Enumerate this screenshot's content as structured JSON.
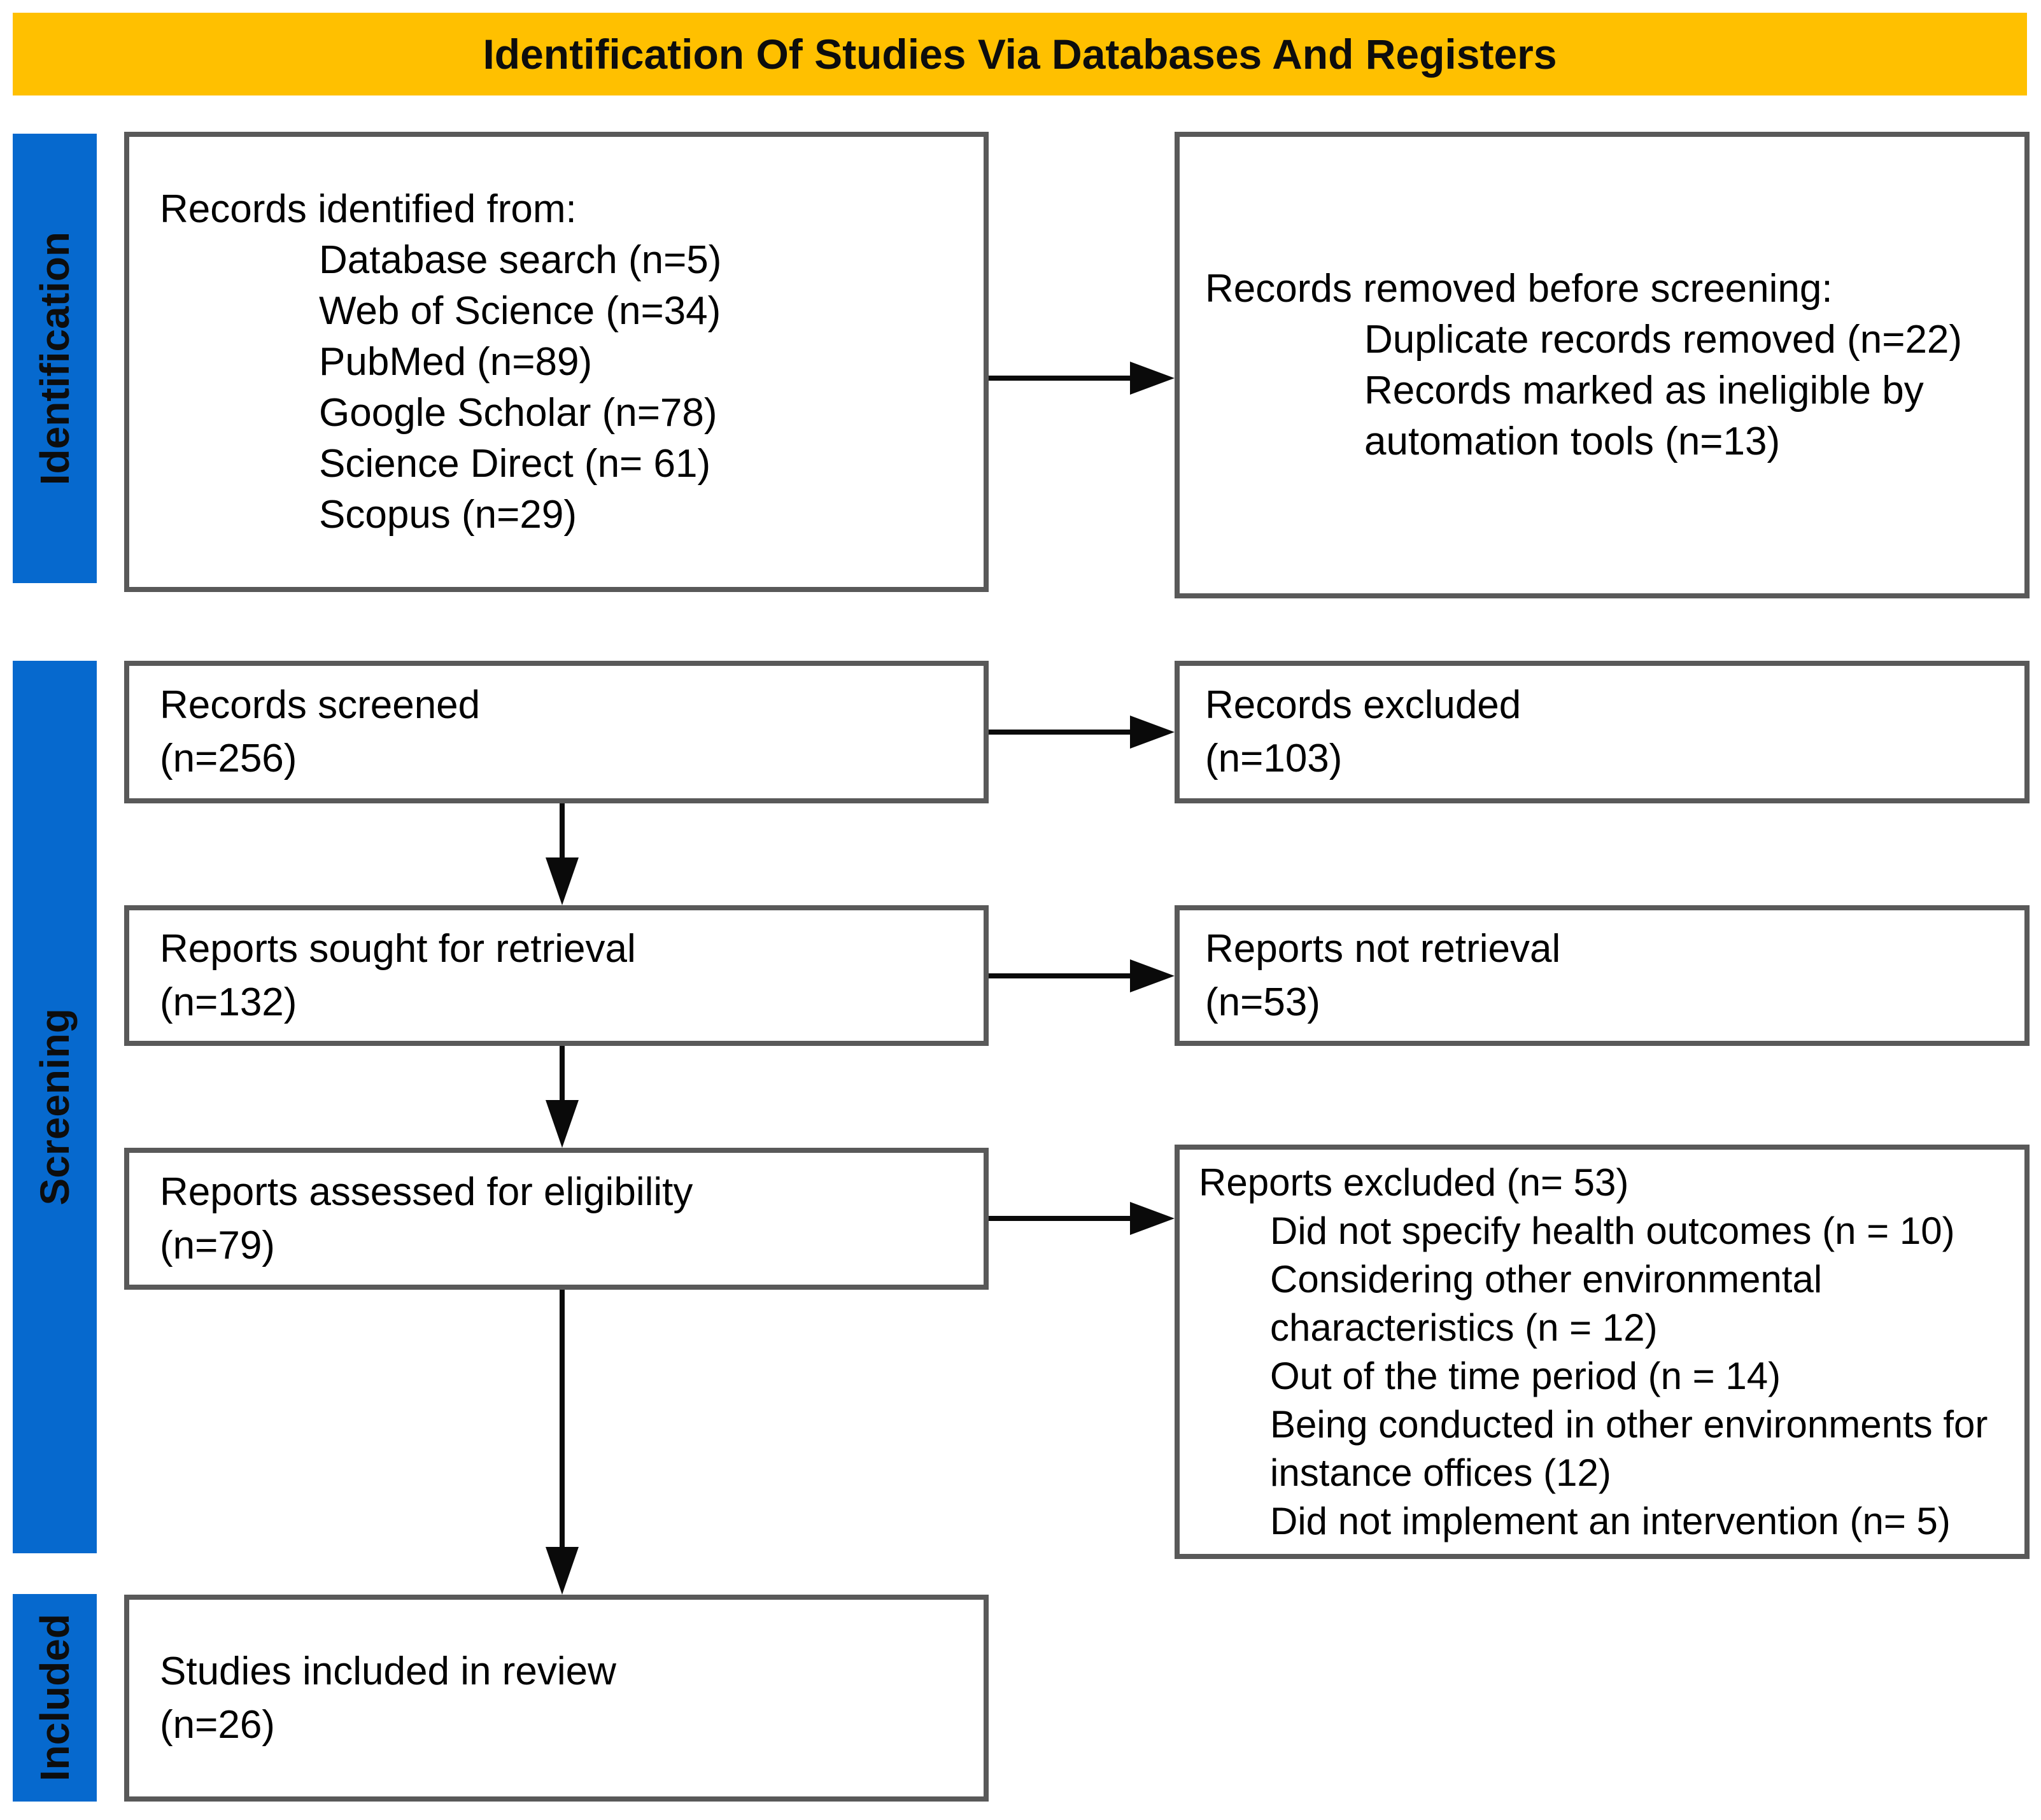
{
  "banner": {
    "title": "Identification Of Studies Via Databases And Registers"
  },
  "stages": {
    "identification": "Identification",
    "screening": "Screening",
    "included": "Included"
  },
  "colors": {
    "banner_bg": "#FFC000",
    "stage_bar_bg": "#0669CE",
    "box_border": "#595959",
    "arrow": "#0a0a0a"
  },
  "boxes": {
    "records_identified": {
      "lines": [
        "Records identified from:",
        "Database search (n=5)",
        "Web of Science (n=34)",
        "PubMed (n=89)",
        "Google Scholar (n=78)",
        "Science Direct (n= 61)",
        "Scopus (n=29)"
      ]
    },
    "records_removed": {
      "lines": [
        "Records removed before screening:",
        "Duplicate records removed (n=22)",
        "Records marked as ineligible by",
        "automation tools (n=13)"
      ]
    },
    "records_screened": {
      "lines": [
        "Records screened",
        "(n=256)"
      ]
    },
    "records_excluded": {
      "lines": [
        "Records excluded",
        "(n=103)"
      ]
    },
    "reports_sought": {
      "lines": [
        "Reports sought for retrieval",
        "(n=132)"
      ]
    },
    "reports_not_retrieval": {
      "lines": [
        "Reports not retrieval",
        "(n=53)"
      ]
    },
    "reports_assessed": {
      "lines": [
        "Reports assessed for eligibility",
        "(n=79)"
      ]
    },
    "reports_excluded": {
      "lines": [
        "Reports excluded (n= 53)",
        "Did not specify health outcomes (n = 10)",
        "Considering other environmental",
        "characteristics (n = 12)",
        "Out of the time period (n = 14)",
        "Being conducted in other environments for",
        "instance offices (12)",
        "Did not implement an intervention (n= 5)"
      ]
    },
    "studies_included": {
      "lines": [
        "Studies included in review",
        "(n=26)"
      ]
    }
  }
}
